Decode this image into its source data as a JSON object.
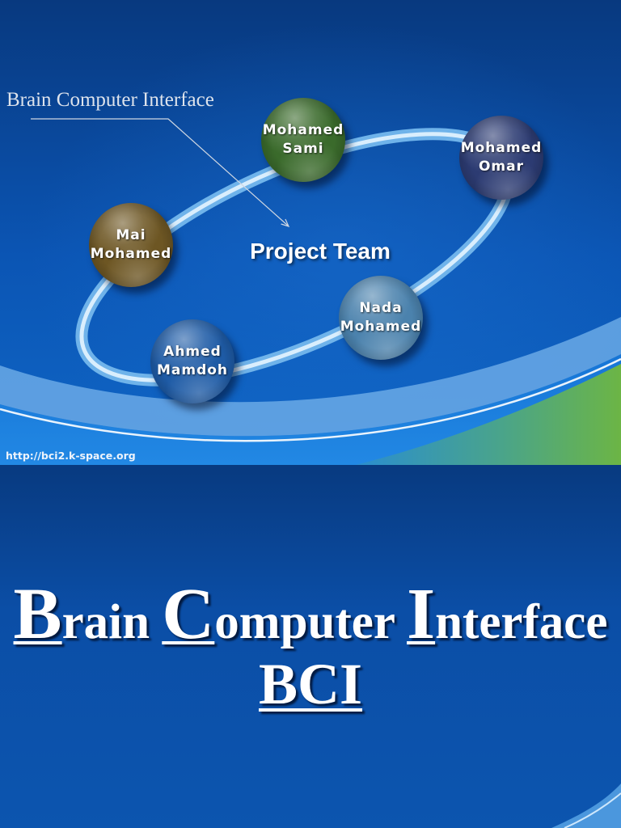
{
  "slide1": {
    "label": "Brain Computer Interface",
    "center_title": "Project Team",
    "members": [
      {
        "line1": "Mohamed",
        "line2": "Sami",
        "color": "#3a6a2b"
      },
      {
        "line1": "Mohamed",
        "line2": "Omar",
        "color": "#2c3b72"
      },
      {
        "line1": "Mai",
        "line2": "Mohamed",
        "color": "#6d5623"
      },
      {
        "line1": "Nada",
        "line2": "Mohamed",
        "color": "#4b82ad"
      },
      {
        "line1": "Ahmed",
        "line2": "Mamdoh",
        "color": "#1e5ba6"
      }
    ],
    "url": "http://bci2.k-space.org"
  },
  "slide2": {
    "title_words": [
      {
        "initial": "B",
        "rest": "rain"
      },
      {
        "initial": "C",
        "rest": "omputer"
      },
      {
        "initial": "I",
        "rest": "nterface"
      }
    ],
    "acronym": "BCI"
  },
  "theme": {
    "ring": "#6fb3ea",
    "ring_highlight": "#e4f4ff",
    "accent_green": "#6cb545"
  }
}
